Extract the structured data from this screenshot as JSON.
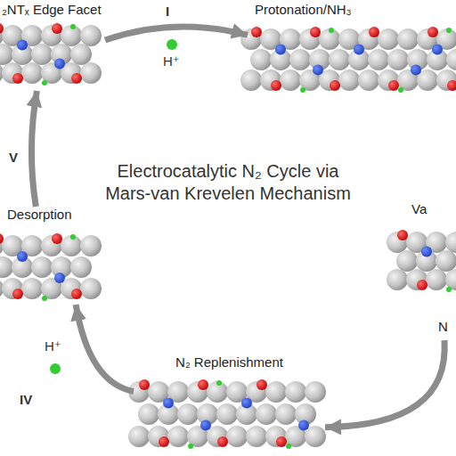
{
  "diagram": {
    "title": "Electrocatalytic N₂ Cycle via Mars-van Krevelen Mechanism",
    "nodes": [
      {
        "text": [
          "₂NTₓ Edge Facet"
        ]
      },
      {
        "text": [
          "Protonation/NH₃"
        ]
      },
      {
        "text": [
          "Va"
        ]
      },
      {
        "text": [
          "N"
        ]
      },
      {
        "text": [
          "N₂ Replenishment"
        ]
      },
      {
        "text": [
          "Desorption"
        ]
      }
    ],
    "edges": [
      {
        "from": 0,
        "to": 1,
        "arrow": "to",
        "label": "I"
      },
      {
        "from": 3,
        "to": 4,
        "arrow": "to"
      },
      {
        "from": 4,
        "to": 5,
        "arrow": "to",
        "label": "IV"
      },
      {
        "from": 5,
        "to": 0,
        "arrow": "to",
        "label": "V"
      }
    ],
    "labels": [
      "H⁺",
      "H⁺"
    ]
  }
}
